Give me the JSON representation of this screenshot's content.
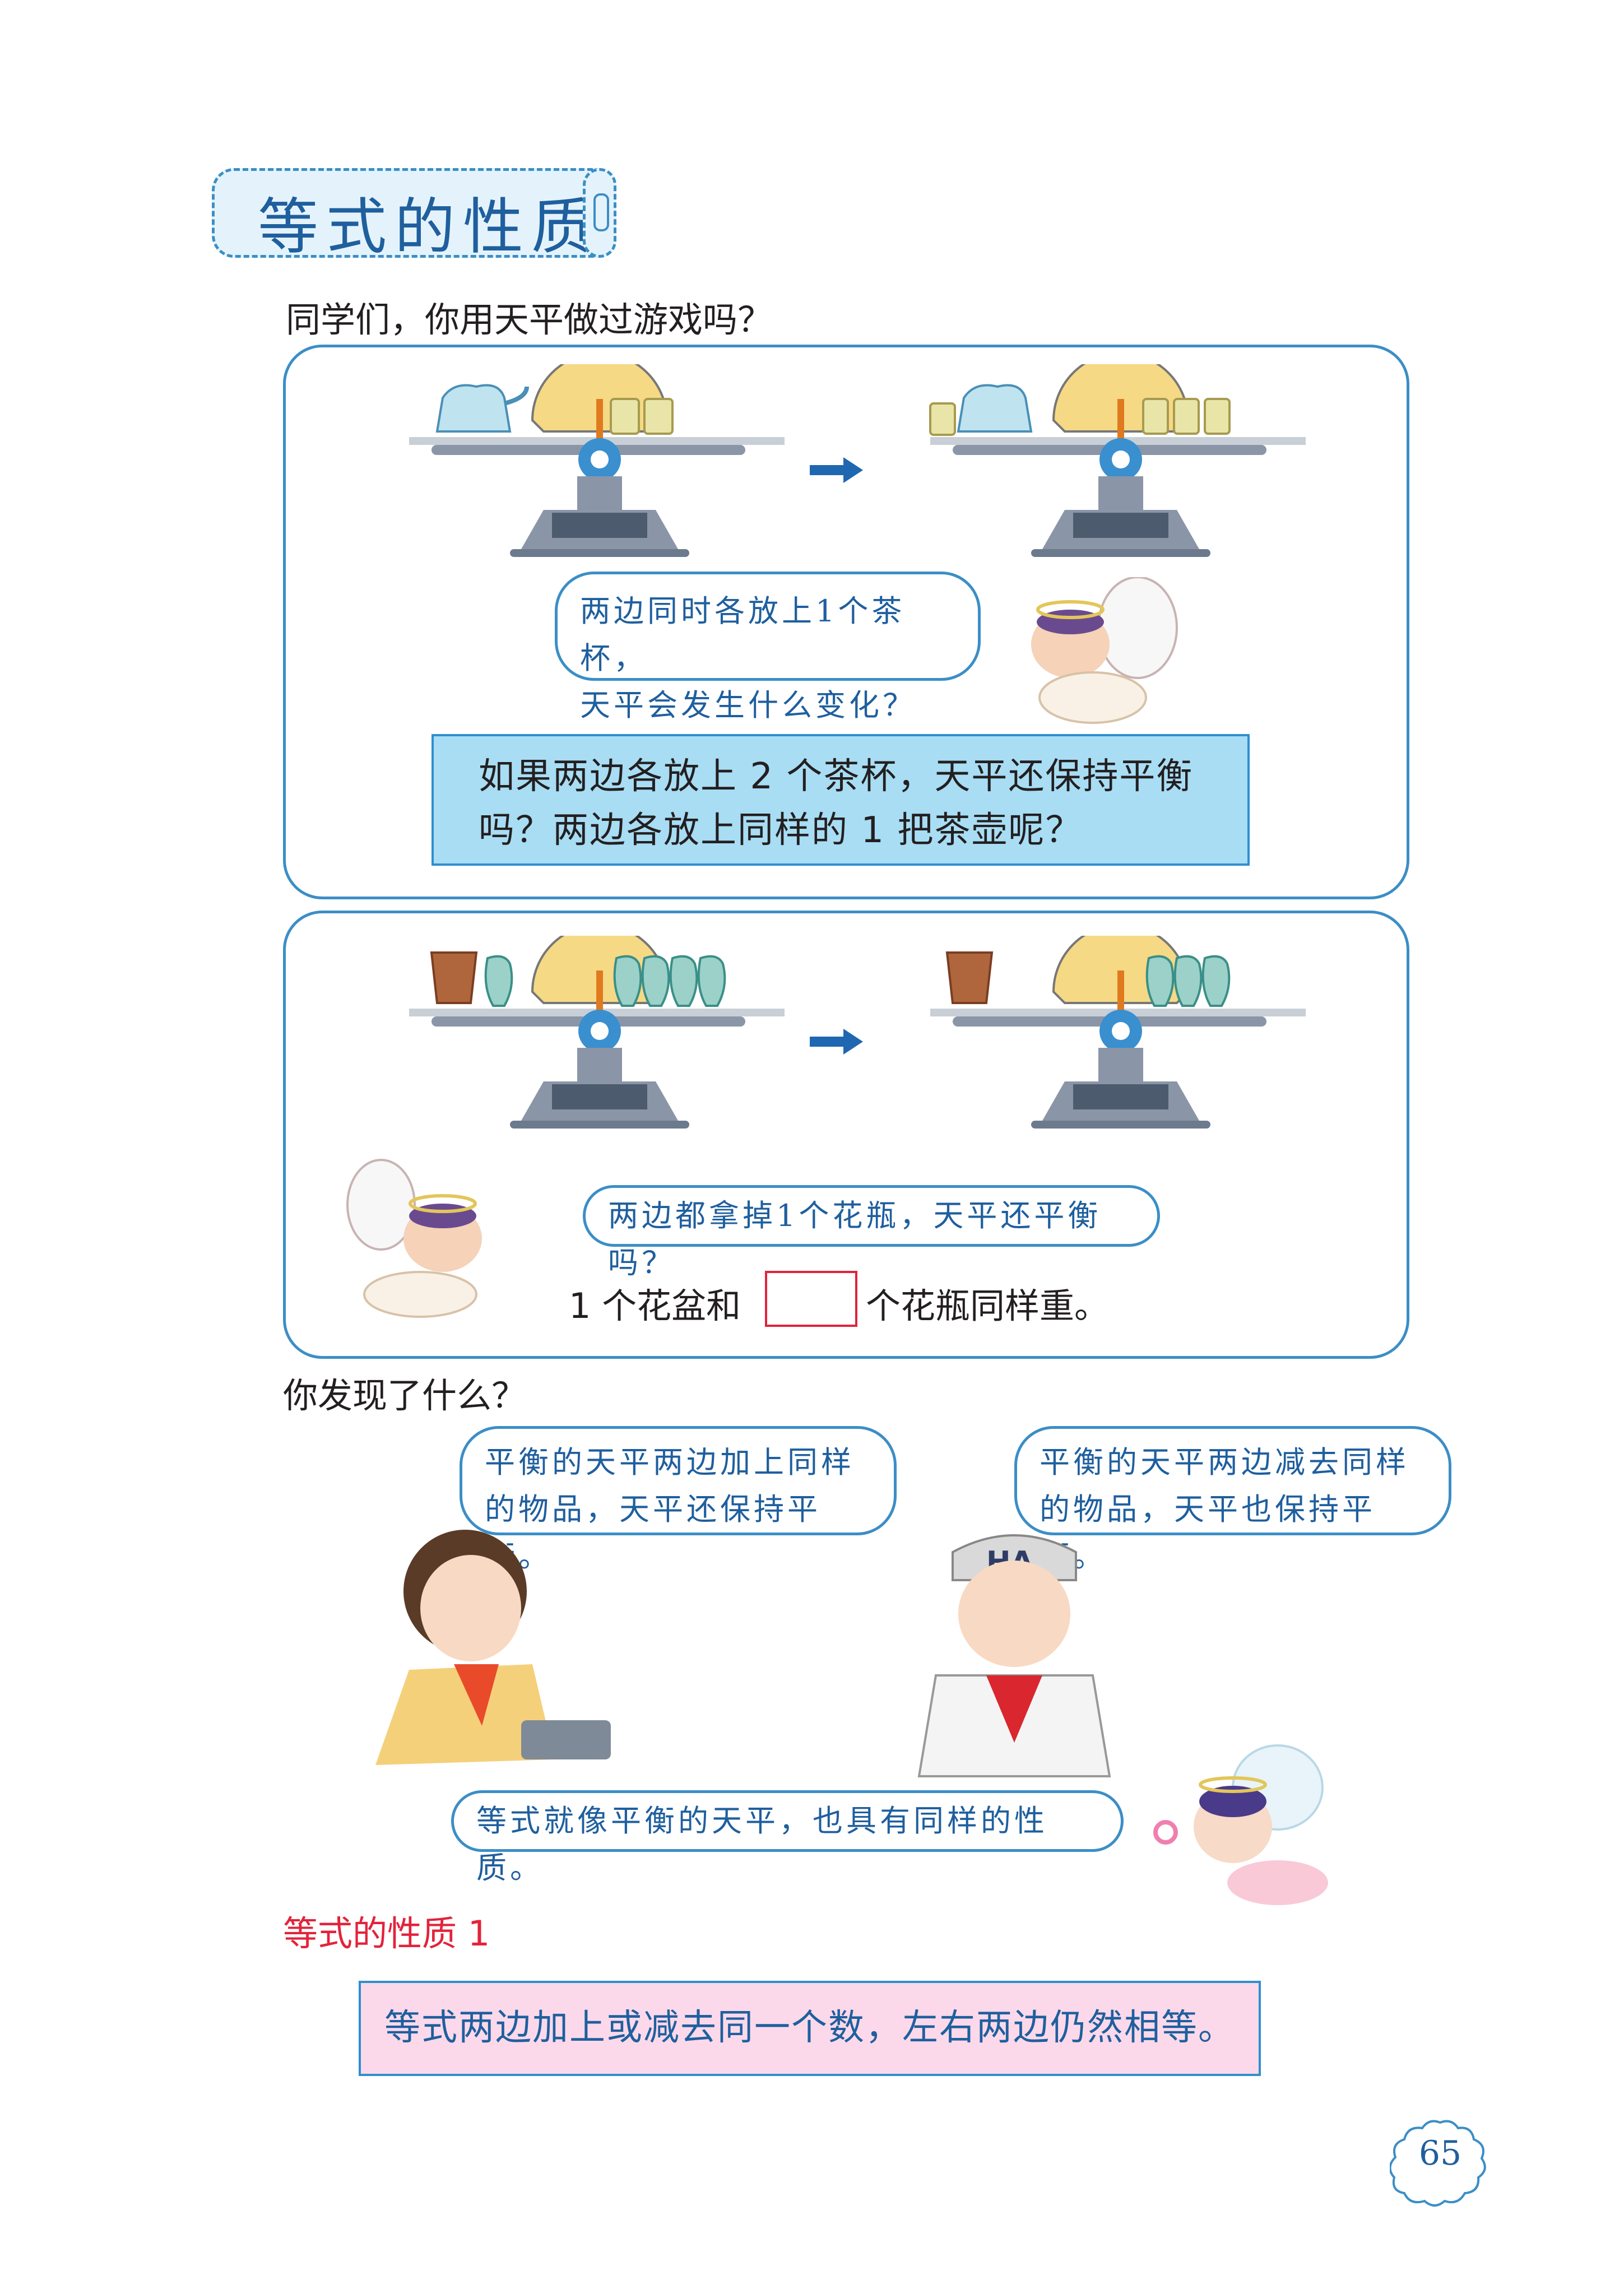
{
  "title": "等式的性质",
  "intro": "同学们，你用天平做过游戏吗？",
  "panel1": {
    "bubble_line1": "两边同时各放上1个茶杯，",
    "bubble_line2": "天平会发生什么变化？",
    "question_line1": "如果两边各放上 2 个茶杯，天平还保持平衡",
    "question_line2": "吗？两边各放上同样的 1 把茶壶呢？"
  },
  "panel2": {
    "bubble": "两边都拿掉1个花瓶，天平还平衡吗？",
    "fill_prefix": "1 个花盆和",
    "fill_suffix": "个花瓶同样重。"
  },
  "discover": "你发现了什么？",
  "girl_bubble": {
    "line1": "平衡的天平两边加上同样",
    "line2": "的物品，天平还保持平衡。"
  },
  "boy_bubble": {
    "line1": "平衡的天平两边减去同样",
    "line2": "的物品，天平也保持平衡。"
  },
  "cap_text": "HA",
  "angel_bubble": "等式就像平衡的天平，也具有同样的性质。",
  "rule_title": "等式的性质 1",
  "rule_text": "等式两边加上或减去同一个数，左右两边仍然相等。",
  "page_number": "65",
  "colors": {
    "accent": "#3b8ec6",
    "rule_red": "#e2233b",
    "question_bg": "#a8ddf4",
    "rule_bg": "#fbd9ea"
  }
}
